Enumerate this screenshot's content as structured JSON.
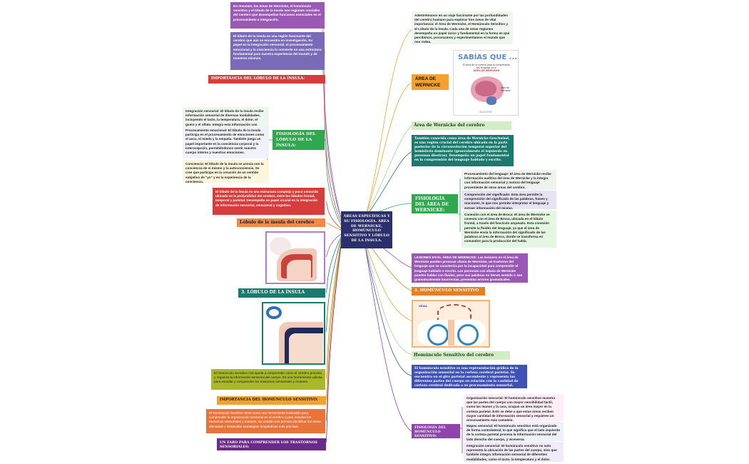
{
  "center": {
    "title": "ÁREAS ESPECÍFICAS Y SU FISIOLOGÍA. ÁREA DE WERNICKE, HOMÚNCULO SENSITIVO Y LÓBULO DE LA ÍNSULA."
  },
  "intro": "Adentrémonos en un viaje fascinante por las profundidades del cerebro humano para explorar tres áreas de vital importancia: el Área de Wernicke, el Homúnculo Sensitivo y el Lóbulo de la Ínsula. Cada una de estas regiones desempeña un papel único y fundamental en la forma en que percibimos, procesamos y experimentamos el mundo que nos rodea.",
  "wernicke": {
    "title": "ÁREA DE WERNICKE",
    "image": {
      "heading": "SABÍAS QUE ...",
      "subtitle": "El área de la corteza para la comprensión del lenguaje es el",
      "highlight": "ÁREA DE WERNICKE",
      "label": "Área de Wernicke",
      "footer": "BLOG EITA"
    },
    "subtitle": "Área de Wernicke del cerebro",
    "description": "También conocida como área de Wernicke-Geschwind, es una región crucial del cerebro ubicada en la parte posterior de la circunvolución temporal superior del hemisferio dominante (generalmente el izquierdo en personas diestras). Desempeña un papel fundamental en la comprensión del lenguaje hablado y escrito.",
    "physiology_title": "FISIOLOGÍA DEL ÁREA DE WERNICKE:",
    "physiology": [
      "Procesamiento del lenguaje: El área de Wernicke recibe información auditiva del área de Wernicke y la integra con información sensorial y motora del lenguaje proveniente de otras áreas del cerebro.",
      "Comprensión del significado: Esta área permite la comprensión del significado de las palabras, frases y oraciones, lo que nos permite interpretar el lenguaje y extraer información del mismo.",
      "Conexión con el área de Broca: El área de Wernicke se conecta con el área de Broca, ubicada en el lóbulo frontal, a través del fascículo arqueado. Esta conexión permite la fluidez del lenguaje, ya que el área de Wernicke envía la información del significado de las palabras al área de Broca, donde se transforma en comandos para la producción del habla."
    ],
    "lesions": "LESIONES EN EL ÁREA DE WERNICKE: Las lesiones en el área de Wernicke pueden provocar afasia de Wernicke, un trastorno del lenguaje que se caracteriza por la incapacidad para comprender el lenguaje hablado o escrito. Las personas con afasia de Wernicke pueden hablar con fluidez, pero sus palabras no tienen sentido o son gramaticalmente incorrectas, presentan errores gramaticales."
  },
  "homunculo": {
    "title": "2. HOMÚNCULO SENSITIVO",
    "image": {
      "brand": "NEWA"
    },
    "subtitle": "Homúnculo Sensitivo del cerebro",
    "description": "El homúnculo sensitivo es una representación gráfica de la organización sensorial en la corteza cerebral parietal. Se encuentra en el giro parietal ascendente y representa las diferentes partes del cuerpo en relación con la cantidad de corteza cerebral dedicada a su procesamiento sensorial.",
    "physiology_title": "FISIOLOGÍA DEL HOMÚNCULO SENSITIVO:",
    "physiology": [
      "Organización sensorial: El homúnculo sensitivo muestra que las partes del cuerpo con mayor sensibilidad táctil, como las manos y la cara, ocupan un área mayor en la corteza parietal. Esto se debe a que estas áreas reciben mayor cantidad de información sensorial y requieren un procesamiento más complejo.",
      "Mapeo sensorial: El homúnculo sensitivo está organizado de forma contralateral, lo que significa que el lado izquierdo de la corteza parietal procesa la información sensorial del lado derecho del cuerpo, y viceversa.",
      "Integración sensorial: El homúnculo sensitivo no solo representa la ubicación de las partes del cuerpo, sino que también integra información sensorial de diferentes modalidades, como el tacto, la temperatura y el dolor."
    ],
    "summary": "El homúnculo sensitivo nos ayuda a comprender cómo el cerebro procesa y organiza la información sensorial del cuerpo. Es una herramienta valiosa para estudiar y comprender los trastornos sensoriales y motores.",
    "importance_title": "IMPORTANCIA DEL HOMÚNCULO SENSITIVO:",
    "importance": "El Homúnculo Sensitivo sirve como una herramienta invaluable para comprender la organización sensorial en el cerebro y para estudiar los trastornos sensoriales y motores. Su estudio nos permite identificar las áreas afectadas y desarrollar estrategias terapéuticas más precisas.",
    "disorders": "UN FARO PARA COMPRENDER LOS TRASTORNOS SENSORIALES:"
  },
  "insula": {
    "title": "3. LÓBULO DE LA ÍNSULA",
    "subtitle": "Lóbulo de la ínsula del cerebro",
    "description": "El lóbulo de la ínsula es una estructura compleja y poco conocida ubicada en la profundidad del cerebro, entre los lóbulos frontal, temporal y parietal. Desempeña un papel crucial en la integración de información sensorial, emocional y cognitiva.",
    "physiology_title": "FISIOLOGÍA DEL LÓBULO DE LA ÍNSULA:",
    "physiology": [
      "Integración sensorial: El lóbulo de la ínsula recibe información sensorial de diversas modalidades, incluyendo el tacto, la temperatura, el dolor, el gusto y el olfato. Integra esta información con señales emocionales y cognitivas para crear una experiencia sensorial completa y multidimensional.",
      "Procesamiento emocional: El lóbulo de la ínsula participa en el procesamiento de emociones como el asco, el miedo y la empatía. También juega un papel importante en la conciencia corporal y la interocepción, permitiéndonos sentir nuestro cuerpo interno y nuestras emociones.",
      "Conciencia: El lóbulo de la ínsula se asocia con la conciencia de sí mismo y la autoconciencia. Se cree que participa en la creación de un sentido subjetivo de \"yo\" y en la experiencia de la conciencia."
    ],
    "importance_title": "IMPORTANCIA DEL LÓBULO DE LA ÍNSULA:",
    "importance": "El lóbulo de la ínsula es una región fascinante del cerebro que aún se encuentra en investigación. Su papel en la integración sensorial, el procesamiento emocional y la conciencia lo convierte en una estructura fundamental para nuestra experiencia del mundo y de nosotros mismos.",
    "summary": "En resumen, las áreas de Wernicke, el homúnculo sensitivo y el lóbulo de la ínsula son regiones cruciales del cerebro que desempeñan funciones esenciales en el procesamiento e integración."
  },
  "colors": {
    "center": "#2b2f6b",
    "wernicke": "#f5a12e",
    "teal": "#1b7a6e",
    "green": "#2fa84f",
    "purple": "#9b59b6",
    "orange": "#e67e22",
    "red": "#d63e3e",
    "blue": "#3f51b5",
    "violet": "#8e44ad",
    "olive": "#a8b82a",
    "lavender": "#7a6ab8"
  }
}
